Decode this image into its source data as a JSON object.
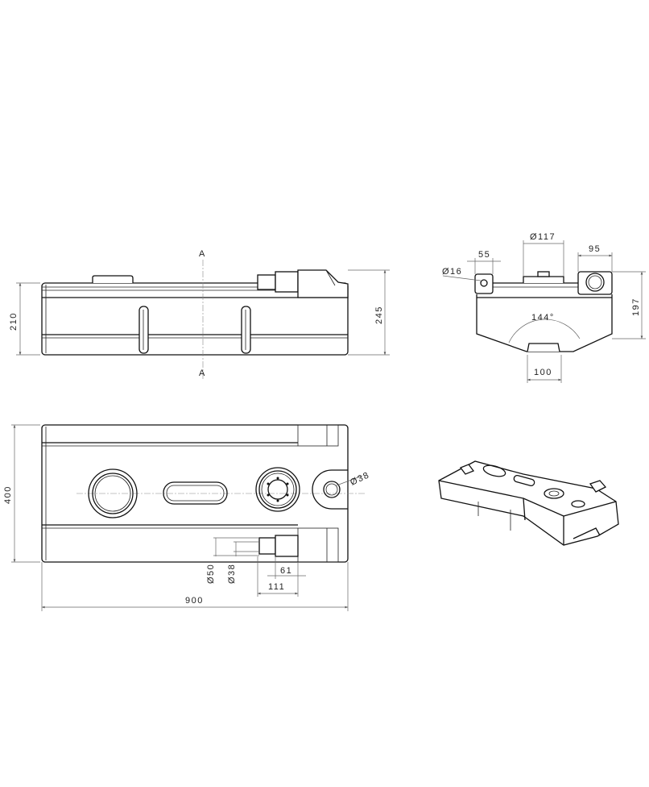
{
  "side_view": {
    "section_top": "A",
    "section_bottom": "A",
    "height_body": "210",
    "height_total": "245"
  },
  "end_view": {
    "cap_diameter": "Ø117",
    "left_port_width": "55",
    "right_port_width": "95",
    "left_port_diameter": "Ø16",
    "bottom_angle": "144°",
    "height": "197",
    "bottom_width": "100"
  },
  "plan_view": {
    "depth": "400",
    "length": "900",
    "port_diameter": "Ø38",
    "fitting_outer_diameter": "Ø50",
    "fitting_inner_diameter": "Ø38",
    "fitting_length_short": "61",
    "fitting_length_long": "111"
  }
}
